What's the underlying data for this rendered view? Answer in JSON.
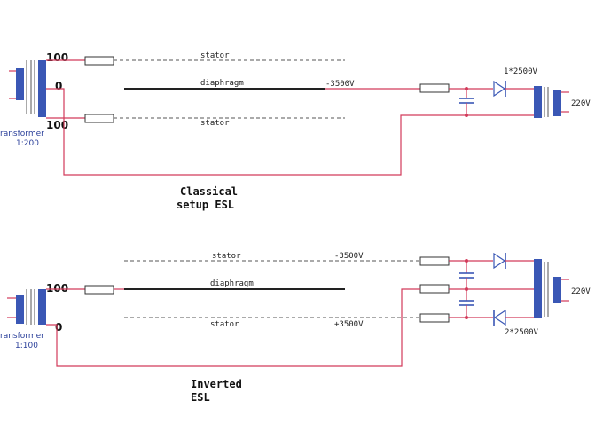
{
  "top": {
    "winding_top": "100",
    "winding_center": "0",
    "winding_bottom": "100",
    "transformer_label": "ransformer",
    "ratio": "1:200",
    "stator_top": "stator",
    "diaphragm": "diaphragm",
    "voltage": "-3500V",
    "stator_bottom": "stator",
    "diode": "1*2500V",
    "mains": "220V",
    "caption_line1": "Classical",
    "caption_line2": "setup ESL"
  },
  "bottom": {
    "winding_top": "100",
    "winding_bottom": "0",
    "transformer_label": "ransformer",
    "ratio": "1:100",
    "stator_top": "stator",
    "voltage_top": "-3500V",
    "diaphragm": "diaphragm",
    "stator_bottom": "stator",
    "voltage_bottom": "+3500V",
    "diode": "2*2500V",
    "mains": "220V",
    "caption_line1": "Inverted",
    "caption_line2": "ESL"
  },
  "colors": {
    "wire": "#d23a5a",
    "transformer_core": "#3a57b5",
    "label_blue": "#2a3f9a"
  }
}
